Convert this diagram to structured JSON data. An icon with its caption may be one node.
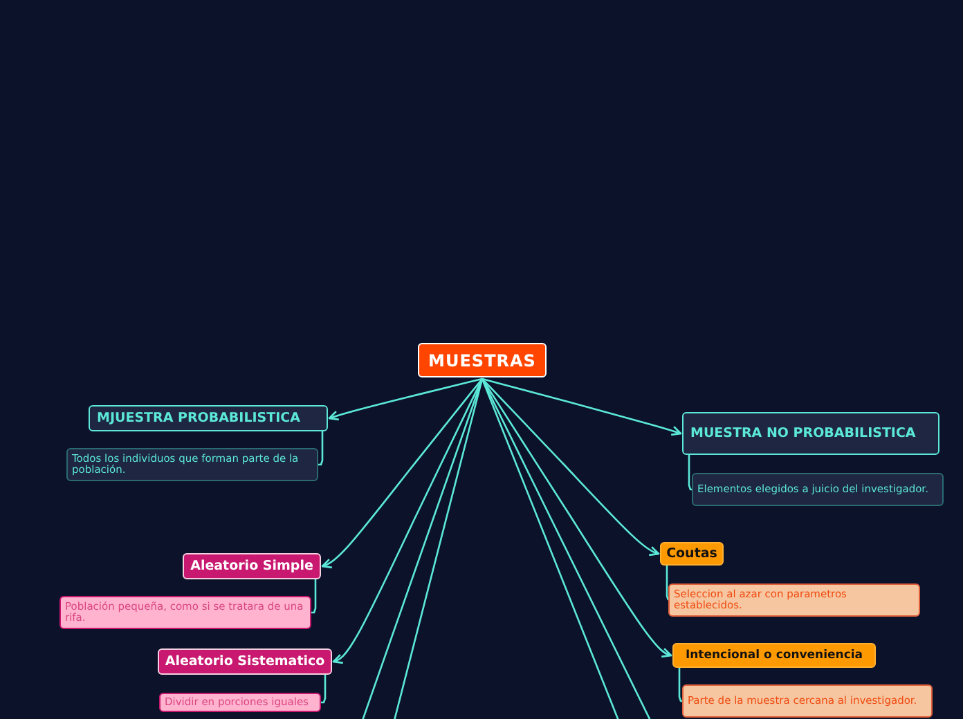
{
  "diagram": {
    "nodes": [
      {
        "text": [
          "MUESTRAS"
        ]
      },
      {
        "text": [
          "MJUESTRA PROBABILISTICA"
        ]
      },
      {
        "text": [
          "Todos los individuos que forman parte de la población."
        ]
      },
      {
        "text": [
          "MUESTRA NO PROBABILISTICA"
        ]
      },
      {
        "text": [
          "Elementos elegidos a juicio del investigador."
        ]
      },
      {
        "text": [
          "Aleatorio Simple"
        ]
      },
      {
        "text": [
          "Población pequeña, como si se tratara de una rifa."
        ]
      },
      {
        "text": [
          "Coutas"
        ]
      },
      {
        "text": [
          "Seleccion al azar con parametros establecidos."
        ]
      },
      {
        "text": [
          "Aleatorio Sistematico"
        ]
      },
      {
        "text": [
          "Dividir en porciones iguales"
        ]
      },
      {
        "text": [
          "Intencional o conveniencia"
        ]
      },
      {
        "text": [
          "Parte de la muestra cercana al investigador."
        ]
      }
    ],
    "edges": [
      {
        "from": 0,
        "to": 1,
        "arrow": "to"
      },
      {
        "from": 0,
        "to": 3,
        "arrow": "to"
      },
      {
        "from": 0,
        "to": 5,
        "arrow": "to"
      },
      {
        "from": 0,
        "to": 7,
        "arrow": "to"
      },
      {
        "from": 0,
        "to": 9,
        "arrow": "to"
      },
      {
        "from": 0,
        "to": 11,
        "arrow": "to"
      },
      {
        "from": 0,
        "to": null,
        "arrow": "none"
      },
      {
        "from": 0,
        "to": null,
        "arrow": "none"
      },
      {
        "from": 0,
        "to": null,
        "arrow": "none"
      },
      {
        "from": 0,
        "to": null,
        "arrow": "none"
      },
      {
        "from": 1,
        "to": 2,
        "arrow": "none"
      },
      {
        "from": 3,
        "to": 4,
        "arrow": "none"
      },
      {
        "from": 5,
        "to": 6,
        "arrow": "none"
      },
      {
        "from": 7,
        "to": 8,
        "arrow": "none"
      },
      {
        "from": 9,
        "to": 10,
        "arrow": "none"
      },
      {
        "from": 11,
        "to": 12,
        "arrow": "none"
      }
    ]
  }
}
